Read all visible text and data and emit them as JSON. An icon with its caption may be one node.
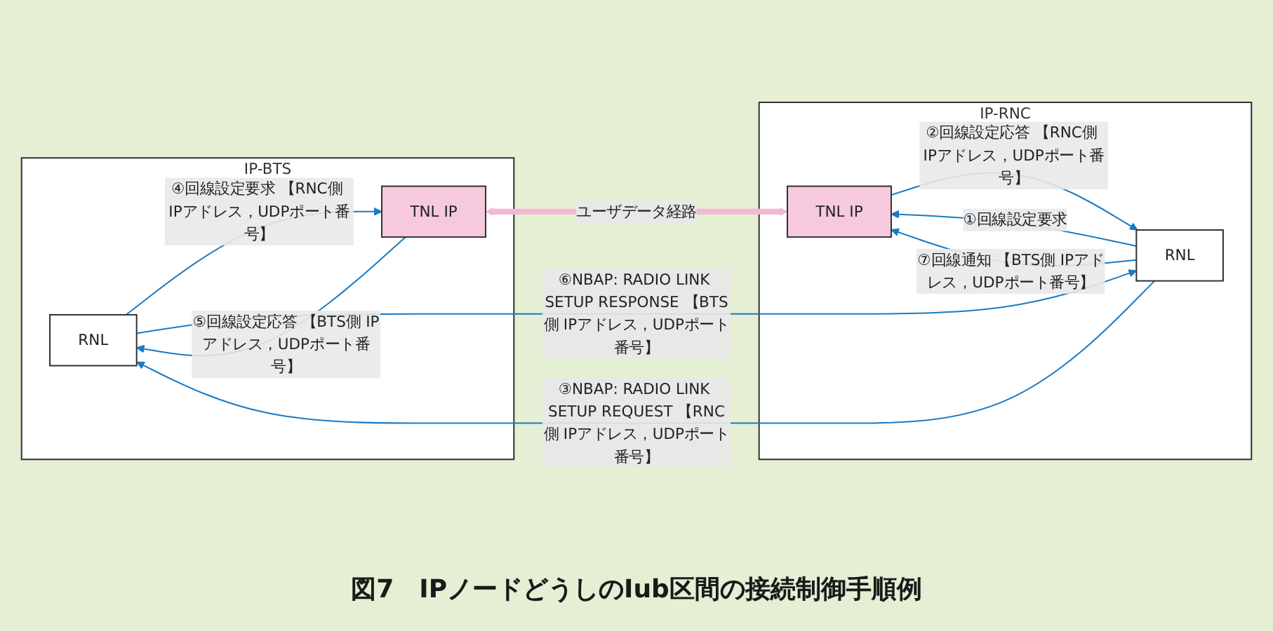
{
  "diagram": {
    "caption": "図7　IPノードどうしのIub区間の接続制御手順例",
    "nodes": [
      {
        "text": [
          "IP-BTS"
        ]
      },
      {
        "text": [
          "RNL"
        ],
        "in": 0
      },
      {
        "text": [
          "TNL IP"
        ],
        "in": 0
      },
      {
        "text": [
          "IP-RNC"
        ]
      },
      {
        "text": [
          "RNL"
        ],
        "in": 3
      },
      {
        "text": [
          "TNL IP"
        ],
        "in": 3
      }
    ],
    "edges": [
      {
        "from": 4,
        "to": 5,
        "arrow": "to",
        "label": "①回線設定要求"
      },
      {
        "from": 5,
        "to": 4,
        "arrow": "to",
        "label": "②回線設定応答 【RNC側 IPアドレス，UDPポート番号】"
      },
      {
        "from": 4,
        "to": 1,
        "arrow": "to",
        "label": "③NBAP: RADIO LINK SETUP REQUEST 【RNC側 IPアドレス，UDPポート番号】"
      },
      {
        "from": 1,
        "to": 2,
        "arrow": "to",
        "label": "④回線設定要求 【RNC側 IPアドレス，UDPポート番号】"
      },
      {
        "from": 2,
        "to": 1,
        "arrow": "to",
        "label": "⑤回線設定応答 【BTS側 IPアドレス，UDPポート番号】"
      },
      {
        "from": 1,
        "to": 4,
        "arrow": "to",
        "label": "⑥NBAP: RADIO LINK SETUP RESPONSE 【BTS側 IPアドレス，UDPポート番号】"
      },
      {
        "from": 4,
        "to": 5,
        "arrow": "to",
        "label": "⑦回線通知 【BTS側 IPアドレス，UDPポート番号】"
      },
      {
        "from": 2,
        "to": 5,
        "arrow": "both",
        "label": "ユーザデータ経路",
        "style": "thick",
        "color": "#f4b8d4"
      }
    ]
  }
}
